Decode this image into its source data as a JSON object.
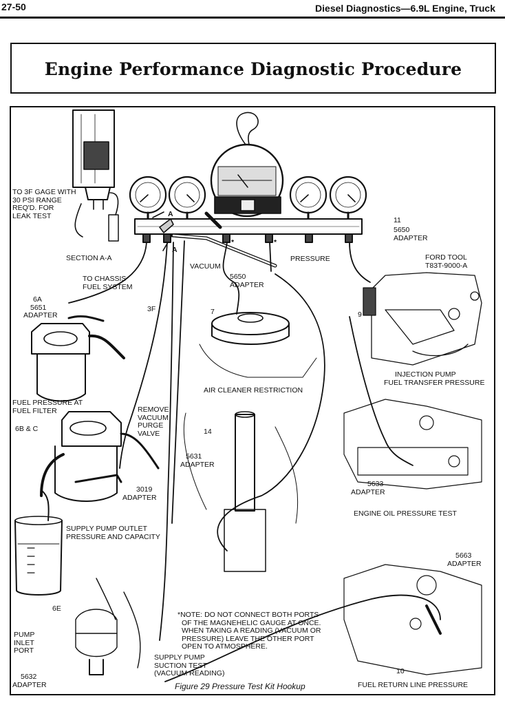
{
  "header": {
    "page_number": "27-50",
    "section_title": "Diesel Diagnostics—6.9L Engine, Truck"
  },
  "page_title": "Engine Performance Diagnostic Procedure",
  "figure": {
    "caption": "Figure 29 Pressure Test Kit Hookup",
    "note": [
      "*NOTE: DO NOT CONNECT BOTH PORTS",
      "OF THE MAGNEHELIC GAUGE AT ONCE.",
      "WHEN TAKING A READING (VACUUM OR",
      "PRESSURE) LEAVE THE OTHER PORT",
      "OPEN TO ATMOSPHERE."
    ],
    "labels": {
      "to_3f_gage": [
        "TO 3F GAGE WITH",
        "30 PSI RANGE",
        "REQ'D. FOR",
        "LEAK TEST"
      ],
      "section_aa": "SECTION A-A",
      "a_top": "A",
      "a_bottom": "A",
      "star_1": "*",
      "star_2": "*",
      "vacuum": "VACUUM",
      "pressure": "PRESSURE",
      "adapter_5650_center": [
        "5650",
        "ADAPTER"
      ],
      "num_7": "7",
      "num_11": "11",
      "adapter_5650_right": [
        "5650",
        "ADAPTER"
      ],
      "ford_tool": [
        "FORD TOOL",
        "T83T-9000-A"
      ],
      "num_9": "9",
      "to_chassis": [
        "TO CHASSIS",
        "FUEL SYSTEM"
      ],
      "adapter_6a_5651": [
        "6A",
        "5651",
        "ADAPTER"
      ],
      "num_3f": "3F",
      "air_cleaner": "AIR CLEANER RESTRICTION",
      "injection_pump": [
        "INJECTION PUMP",
        "FUEL TRANSFER PRESSURE"
      ],
      "fuel_pressure_filter": [
        "FUEL PRESSURE AT",
        "FUEL FILTER"
      ],
      "remove_vacuum": [
        "REMOVE",
        "VACUUM",
        "PURGE",
        "VALVE"
      ],
      "num_6bc": "6B & C",
      "num_14": "14",
      "adapter_5631": [
        "5631",
        "ADAPTER"
      ],
      "adapter_3019": [
        "3019",
        "ADAPTER"
      ],
      "adapter_5633": [
        "5633",
        "ADAPTER"
      ],
      "engine_oil": "ENGINE OIL PRESSURE TEST",
      "supply_pump_outlet": [
        "SUPPLY PUMP OUTLET",
        "PRESSURE AND CAPACITY"
      ],
      "adapter_5663": [
        "5663",
        "ADAPTER"
      ],
      "num_6e": "6E",
      "pump_inlet_port": [
        "PUMP",
        "INLET",
        "PORT"
      ],
      "adapter_5632": [
        "5632",
        "ADAPTER"
      ],
      "supply_pump_suction": [
        "SUPPLY PUMP",
        "SUCTION TEST",
        "(VACUUM READING)"
      ],
      "num_10": "10",
      "fuel_return": "FUEL RETURN LINE PRESSURE"
    }
  }
}
